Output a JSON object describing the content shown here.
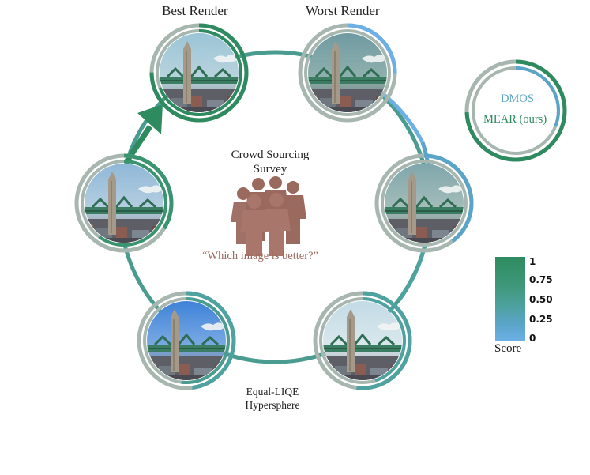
{
  "labels": {
    "best": "Best Render",
    "worst": "Worst Render",
    "survey_line1": "Crowd Sourcing",
    "survey_line2": "Survey",
    "question": "“Which image is better?”",
    "sphere_line1": "Equal-LIQE",
    "sphere_line2": "Hypersphere"
  },
  "legend": {
    "dmos": "DMOS",
    "mear": "MEAR (ours)",
    "dmos_color": "#5aa4c8",
    "mear_color": "#2e8b60"
  },
  "colorbar": {
    "ticks": [
      "1",
      "0.75",
      "0.50",
      "0.25",
      "0"
    ],
    "label": "Score",
    "top_color": "#2e8b60",
    "bottom_color": "#6cb0e6"
  },
  "renders": [
    {
      "id": "best",
      "dmos": 0.22,
      "mear": 0.75
    },
    {
      "id": "worst",
      "dmos": 0.27,
      "mear": 0.0
    },
    {
      "id": "right",
      "dmos": 0.4,
      "mear": 0.0
    },
    {
      "id": "bottom-right",
      "dmos": 0.52,
      "mear": 0.45
    },
    {
      "id": "bottom-left",
      "dmos": 0.48,
      "mear": 0.52
    },
    {
      "id": "left",
      "dmos": 0.34,
      "mear": 0.6
    }
  ],
  "icons": {
    "crowd": "people-group-icon",
    "arrow": "arrow-up-icon"
  }
}
